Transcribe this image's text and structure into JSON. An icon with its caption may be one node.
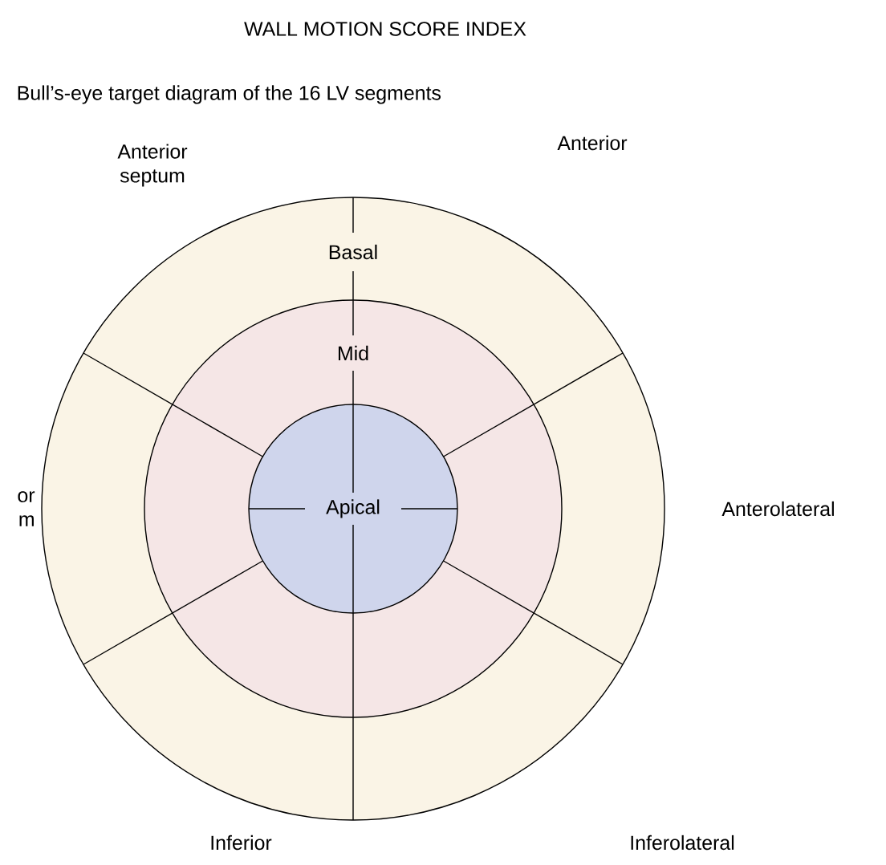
{
  "diagram": {
    "title": "WALL MOTION SCORE INDEX",
    "caption": "Bull’s-eye target diagram of the 16 LV segments",
    "nodes": [
      {
        "text": [
          "Basal"
        ]
      },
      {
        "text": [
          "Mid"
        ],
        "in": 0
      },
      {
        "text": [
          "Apical"
        ],
        "in": 1
      }
    ],
    "labels": [
      "Anterior septum",
      "Anterior",
      "or m",
      "Anterolateral",
      "Inferior",
      "Inferolateral"
    ]
  }
}
